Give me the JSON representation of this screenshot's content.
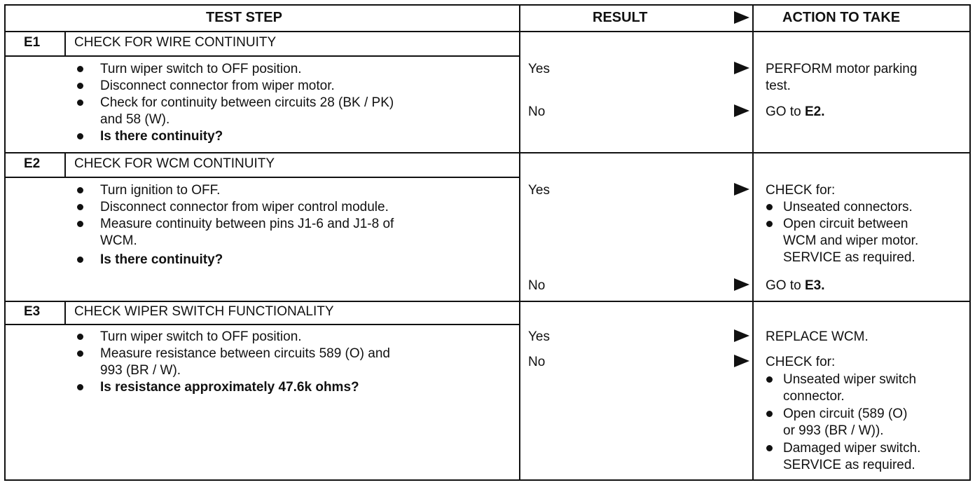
{
  "header": {
    "test_step": "TEST STEP",
    "result": "RESULT",
    "action": "ACTION TO TAKE"
  },
  "steps": [
    {
      "id": "E1",
      "title": "CHECK FOR WIRE CONTINUITY",
      "bullets": [
        [
          "Turn wiper switch to OFF position."
        ],
        [
          "Disconnect connector from wiper motor."
        ],
        [
          "Check for continuity between circuits 28 (BK / PK)",
          "and 58 (W)."
        ],
        [
          "Is there continuity?"
        ]
      ],
      "results": [
        {
          "label": "Yes",
          "action": [
            "PERFORM motor parking",
            "test."
          ]
        },
        {
          "label": "No",
          "action_prefix": "GO to ",
          "action_bold": "E2."
        }
      ]
    },
    {
      "id": "E2",
      "title": "CHECK FOR WCM CONTINUITY",
      "bullets": [
        [
          "Turn ignition to OFF."
        ],
        [
          "Disconnect connector from wiper control module."
        ],
        [
          "Measure continuity between pins J1-6 and J1-8 of",
          "WCM."
        ],
        [
          "Is there continuity?"
        ]
      ],
      "results": [
        {
          "label": "Yes",
          "action_head": "CHECK for:",
          "action_bullets": [
            [
              "Unseated connectors."
            ],
            [
              "Open circuit between",
              "WCM and wiper motor.",
              "SERVICE as required."
            ]
          ]
        },
        {
          "label": "No",
          "action_prefix": "GO to ",
          "action_bold": "E3."
        }
      ]
    },
    {
      "id": "E3",
      "title": "CHECK WIPER SWITCH FUNCTIONALITY",
      "bullets": [
        [
          "Turn wiper switch to OFF position."
        ],
        [
          "Measure resistance between circuits 589 (O) and",
          "993 (BR / W)."
        ],
        [
          "Is resistance approximately 47.6k ohms?"
        ]
      ],
      "results": [
        {
          "label": "Yes",
          "action": [
            "REPLACE WCM."
          ]
        },
        {
          "label": "No",
          "action_head": "CHECK for:",
          "action_bullets": [
            [
              "Unseated wiper switch",
              "connector."
            ],
            [
              "Open circuit (589 (O)",
              "or 993 (BR / W))."
            ],
            [
              "Damaged wiper switch.",
              "SERVICE as required."
            ]
          ]
        }
      ]
    }
  ]
}
